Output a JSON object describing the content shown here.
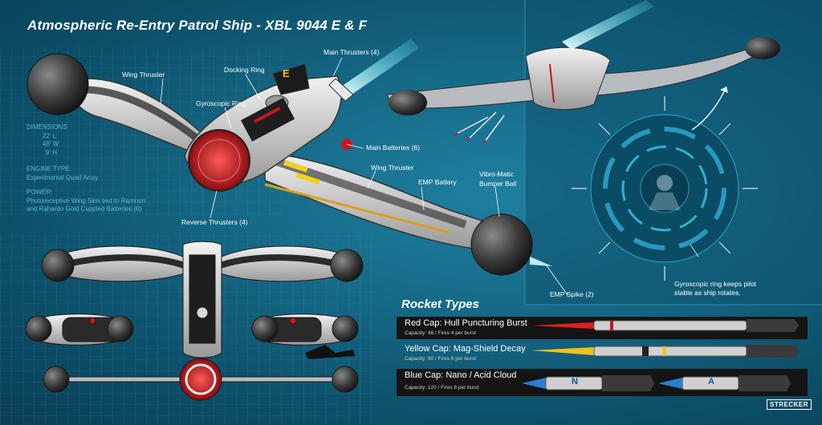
{
  "title": "Atmospheric Re-Entry Patrol Ship - XBL 9044 E & F",
  "callouts": {
    "main_thrusters": "Main Thrusters (4)",
    "wing_thruster_left": "Wing Thruster",
    "docking_ring": "Docking Ring",
    "gyroscopic_ring": "Gyroscopic Ring",
    "main_batteries": "Main Batteries (6)",
    "wing_thruster_right": "Wing Thruster",
    "emp_battery": "EMP Battery",
    "bumper_ball_line1": "Vibro-Matic",
    "bumper_ball_line2": "Bumper Ball",
    "reverse_thrusters": "Reverse Thrusters (4)",
    "emp_spike": "EMP Spike (2)"
  },
  "ship_marking": "E",
  "specs": {
    "dimensions_label": "DIMENSIONS",
    "length": "22' L",
    "width": "48' W",
    "height": "9' H",
    "engine_label": "ENGINE TYPE:",
    "engine_value": "Experimental Quad Array",
    "power_label": "POWER:",
    "power_line1": "Photoreceptive Wing Skin tied to Ramnon",
    "power_line2": "and Rahardo Gold Cuppled Batteries (6)"
  },
  "gyro_note": "Gyroscopic ring keeps pilot stable as ship rotates.",
  "rocket_types_heading": "Rocket Types",
  "rockets": [
    {
      "name": "Red Cap: Hull Puncturing Burst",
      "capacity": "Capacity: 48 / Fires 4 per burst",
      "color": "#e02020"
    },
    {
      "name": "Yellow Cap: Mag-Shield Decay",
      "capacity": "Capacity: 90 / Fires 6 per burst",
      "color": "#f2c21a"
    },
    {
      "name": "Blue Cap: Nano / Acid Cloud",
      "capacity": "Capacity: 120 / Fires 8 per burst",
      "color": "#2a7fd8",
      "markings": [
        "N",
        "A"
      ]
    }
  ],
  "signature": "STRECKER",
  "colors": {
    "background": "#166a88",
    "grid": "#3aa0c0",
    "hull": "#c9c9c9",
    "accent_red": "#c8161c",
    "thrust_glow": "#8ff4ff"
  }
}
